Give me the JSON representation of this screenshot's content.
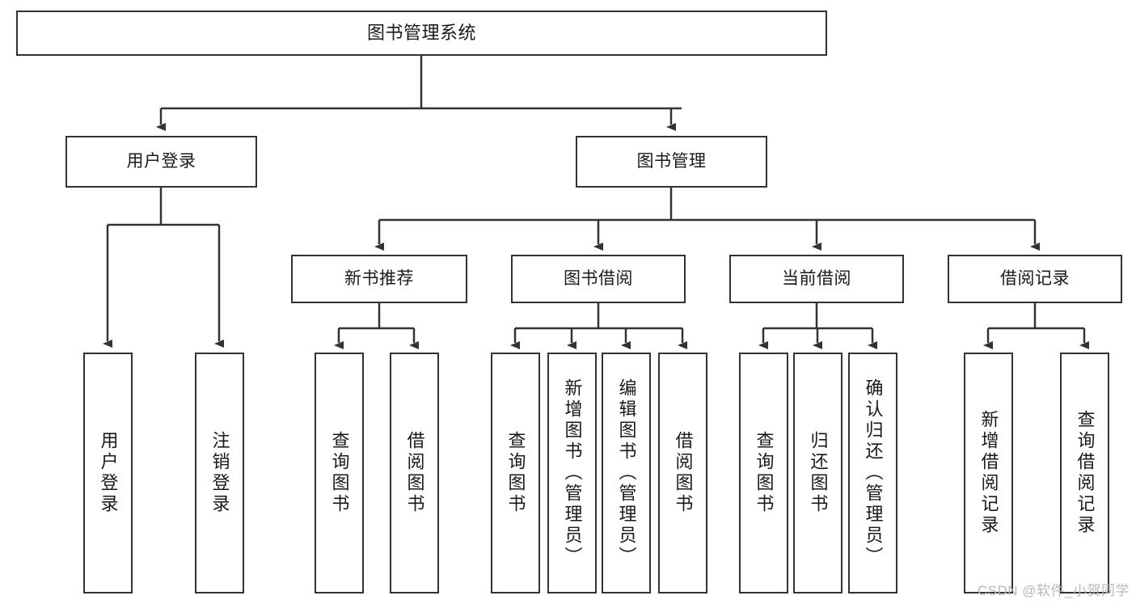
{
  "diagram": {
    "title": "图书管理系统",
    "watermark": "CSDN @软件_小贺同学",
    "line_color": "#333333",
    "box_fill": "#ffffff",
    "text_color": "#1a1a1a",
    "nodes": {
      "root": "图书管理系统",
      "user_login": "用户登录",
      "book_manage": "图书管理",
      "new_book_rec": "新书推荐",
      "book_borrow": "图书借阅",
      "current_borrow": "当前借阅",
      "borrow_record": "借阅记录",
      "leaf_user_login": "用户登录",
      "leaf_logout_login": "注销登录",
      "leaf_query_book_1": "查询图书",
      "leaf_borrow_book_1": "借阅图书",
      "leaf_query_book_2": "查询图书",
      "leaf_add_book_admin": "新增图书（管理员）",
      "leaf_edit_book_admin": "编辑图书（管理员）",
      "leaf_borrow_book_2": "借阅图书",
      "leaf_query_book_3": "查询图书",
      "leaf_return_book": "归还图书",
      "leaf_confirm_return_admin": "确认归还（管理员）",
      "leaf_add_borrow_record": "新增借阅记录",
      "leaf_query_borrow_record": "查询借阅记录"
    }
  }
}
